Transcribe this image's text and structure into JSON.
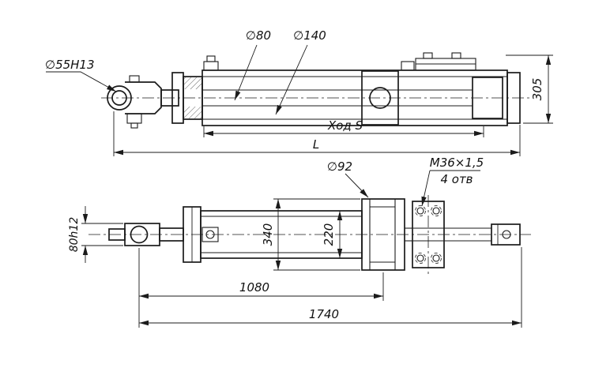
{
  "drawing": {
    "kind": "hydraulic-cylinder-technical-drawing",
    "background": "#ffffff",
    "line_color": "#1b1b1b"
  },
  "annotations": {
    "eye_bore": "∅55H13",
    "rod_diameter": "∅80",
    "bore_diameter": "∅140",
    "overall_height": "305",
    "stroke_label": "Ход S",
    "length_label": "L",
    "boss_diameter": "∅92",
    "thread_spec": "M36×1,5",
    "holes_note": "4 отв",
    "block_height": "340",
    "body_width": "220",
    "pin_to_trunnion": "1080",
    "overall_length": "1740",
    "rod_end_width": "80h12"
  }
}
